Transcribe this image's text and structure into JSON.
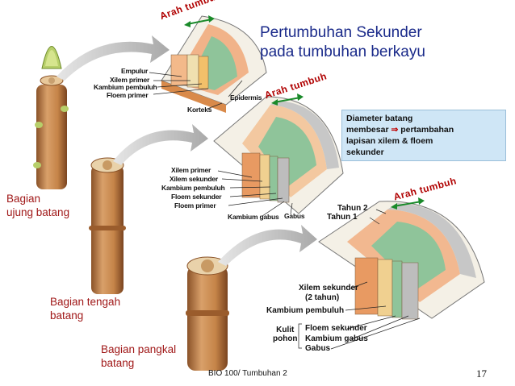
{
  "slide": {
    "title_line1": "Pertumbuhan Sekunder",
    "title_line2": "pada tumbuhan berkayu",
    "arah_tumbuh": "Arah tumbuh",
    "note_line1": "Diameter batang",
    "note_line2a": "membesar",
    "note_arrow": "⇒",
    "note_line2b": "pertambahan",
    "note_line3": "lapisan xilem &  floem",
    "note_line4": "sekunder",
    "stem_top_label1": "Bagian",
    "stem_top_label2": "ujung batang",
    "stem_mid_label1": "Bagian tengah",
    "stem_mid_label2": "batang",
    "stem_base_label1": "Bagian pangkal",
    "stem_base_label2": "batang",
    "footer": "BIO 100/ Tumbuhan 2",
    "page_number": "17"
  },
  "section1_labels": {
    "empulur": "Empulur",
    "xilem_primer": "Xilem primer",
    "kambium_pembuluh": "Kambium pembuluh",
    "floem_primer": "Floem primer",
    "epidermis": "Epidermis",
    "korteks": "Korteks"
  },
  "section2_labels": {
    "xilem_primer": "Xilem primer",
    "xilem_sekunder": "Xilem sekunder",
    "kambium_pembuluh": "Kambium pembuluh",
    "floem_sekunder": "Floem sekunder",
    "floem_primer": "Floem primer",
    "kambium_gabus": "Kambium gabus",
    "gabus": "Gabus"
  },
  "section3_labels": {
    "tahun2": "Tahun 2",
    "tahun1": "Tahun 1",
    "xilem_sekunder": "Xilem sekunder",
    "dua_tahun": "(2 tahun)",
    "kambium_pembuluh": "Kambium pembuluh",
    "kulit_pohon1": "Kulit",
    "kulit_pohon2": "pohon",
    "floem_sekunder": "Floem sekunder",
    "kambium_gabus": "Kambium gabus",
    "gabus": "Gabus"
  },
  "colors": {
    "title": "#1a2a8a",
    "red_label": "#a01818",
    "stem": "#c98a52",
    "xylem": "#f0a878",
    "phloem": "#8fc49a",
    "cork": "#c7c7c7"
  }
}
